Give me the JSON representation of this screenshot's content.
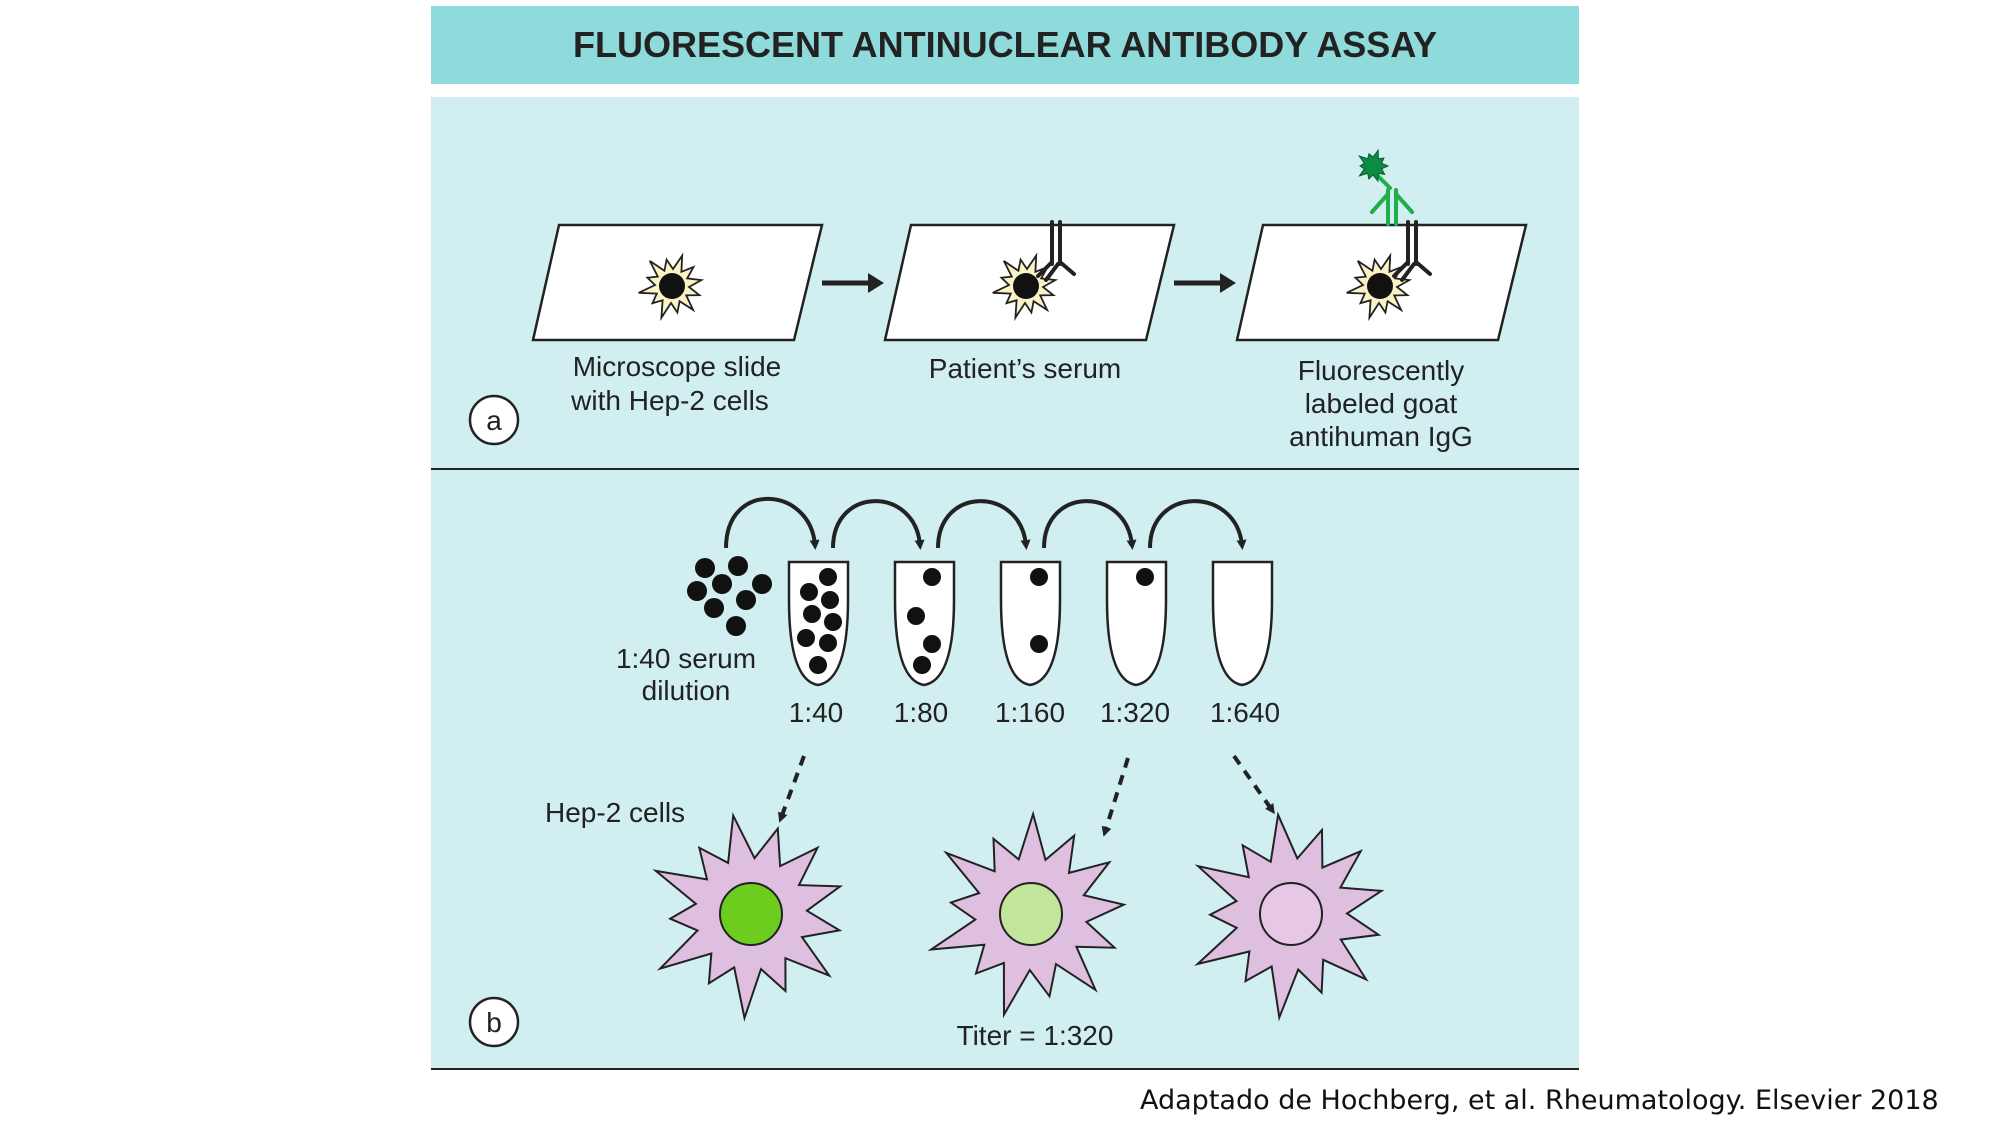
{
  "title": "FLUORESCENT ANTINUCLEAR ANTIBODY ASSAY",
  "panel_a": {
    "marker": "a",
    "step1_line1": "Microscope slide",
    "step1_line2": "with Hep-2 cells",
    "step2": "Patient’s serum",
    "step3_line1": "Fluorescently",
    "step3_line2": "labeled goat",
    "step3_line3": "antihuman IgG"
  },
  "panel_b": {
    "marker": "b",
    "serum_line1": "1:40 serum",
    "serum_line2": "dilution",
    "dilutions": [
      "1:40",
      "1:80",
      "1:160",
      "1:320",
      "1:640"
    ],
    "cells_label": "Hep-2 cells",
    "titer": "Titer = 1:320"
  },
  "colors": {
    "title_bar": "#8fdbdc",
    "panel": "#d1eff0",
    "antibody_green": "#1fae4a",
    "fluor_star": "#0d8a44",
    "cell_pink": "#dfbfdf",
    "nucleus_bright": "#6ccd1f",
    "nucleus_pale": "#c2e59c",
    "nucleus_none": "#e6c8e6",
    "cell_yellow": "#fbf3c6"
  },
  "citation": "Adaptado de Hochberg, et al. Rheumatology. Elsevier 2018"
}
